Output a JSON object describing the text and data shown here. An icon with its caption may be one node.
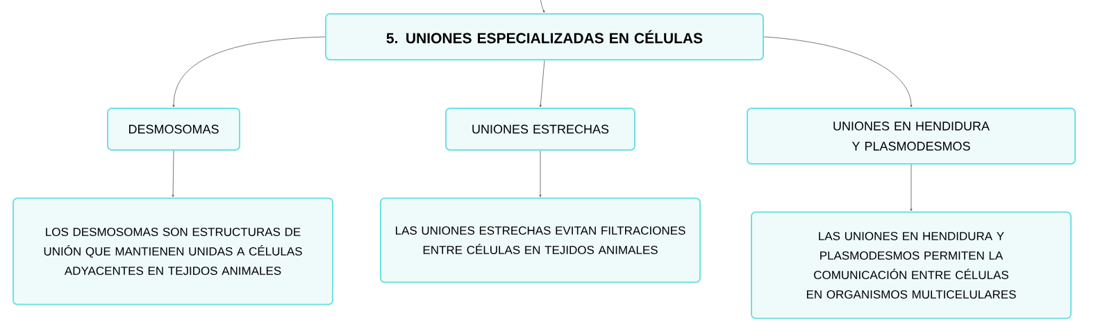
{
  "diagram": {
    "nodes": [
      {
        "text": [
          "5. UNIONES ESPECIALIZADAS EN CÉLULAS"
        ]
      },
      {
        "text": [
          "DESMOSOMAS"
        ]
      },
      {
        "text": [
          "UNIONES ESTRECHAS"
        ]
      },
      {
        "text": [
          "UNIONES EN HENDIDURA Y PLASMODESMOS"
        ]
      },
      {
        "text": [
          "LOS DESMOSOMAS SON ESTRUCTURAS DE UNIÓN QUE MANTIENEN UNIDAS A CÉLULAS ADYACENTES EN TEJIDOS ANIMALES"
        ]
      },
      {
        "text": [
          "LAS UNIONES ESTRECHAS EVITAN FILTRACIONES ENTRE CÉLULAS EN TEJIDOS ANIMALES"
        ]
      },
      {
        "text": [
          "LAS UNIONES EN HENDIDURA Y PLASMODESMOS PERMITEN LA COMUNICACIÓN ENTRE CÉLULAS EN ORGANISMOS MULTICELULARES"
        ]
      }
    ],
    "edges": [
      {
        "from": null,
        "to": 0,
        "arrow": "to"
      },
      {
        "from": 0,
        "to": 1,
        "arrow": "to"
      },
      {
        "from": 0,
        "to": 2,
        "arrow": "to"
      },
      {
        "from": 0,
        "to": 3,
        "arrow": "to"
      },
      {
        "from": 1,
        "to": 4,
        "arrow": "to"
      },
      {
        "from": 2,
        "to": 5,
        "arrow": "to"
      },
      {
        "from": 3,
        "to": 6,
        "arrow": "to"
      }
    ]
  }
}
